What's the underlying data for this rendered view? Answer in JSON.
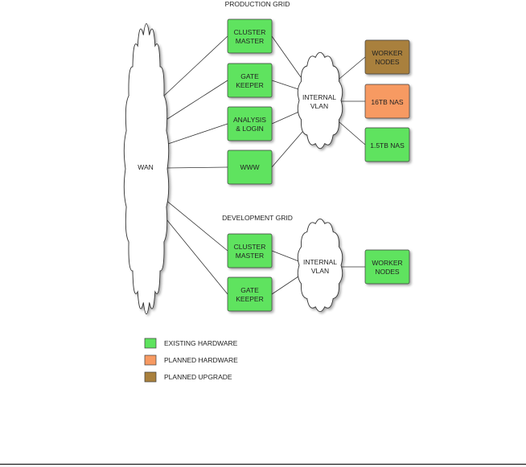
{
  "colors": {
    "existing": "#5ee35e",
    "planned_hardware": "#f79a62",
    "planned_upgrade": "#a9803d",
    "line": "#333333"
  },
  "titles": {
    "production": "PRODUCTION GRID",
    "development": "DEVELOPMENT GRID"
  },
  "wan": {
    "label": "WAN"
  },
  "production": {
    "cloud": [
      "INTERNAL",
      "VLAN"
    ],
    "boxes": [
      {
        "id": "cluster-master",
        "lines": [
          "CLUSTER",
          "MASTER"
        ],
        "status": "existing"
      },
      {
        "id": "gate-keeper",
        "lines": [
          "GATE",
          "KEEPER"
        ],
        "status": "existing"
      },
      {
        "id": "analysis-login",
        "lines": [
          "ANALYSIS",
          "& LOGIN"
        ],
        "status": "existing"
      },
      {
        "id": "www",
        "lines": [
          "WWW"
        ],
        "status": "existing"
      }
    ],
    "storage": [
      {
        "id": "worker-nodes",
        "lines": [
          "WORKER",
          "NODES"
        ],
        "status": "planned_upgrade"
      },
      {
        "id": "nas-16tb",
        "lines": [
          "16TB NAS"
        ],
        "status": "planned_hardware"
      },
      {
        "id": "nas-1-5tb",
        "lines": [
          "1.5TB NAS"
        ],
        "status": "existing"
      }
    ]
  },
  "development": {
    "cloud": [
      "INTERNAL",
      "VLAN"
    ],
    "boxes": [
      {
        "id": "dev-cluster-master",
        "lines": [
          "CLUSTER",
          "MASTER"
        ],
        "status": "existing"
      },
      {
        "id": "dev-gate-keeper",
        "lines": [
          "GATE",
          "KEEPER"
        ],
        "status": "existing"
      }
    ],
    "storage": [
      {
        "id": "dev-worker-nodes",
        "lines": [
          "WORKER",
          "NODES"
        ],
        "status": "existing"
      }
    ]
  },
  "legend": [
    {
      "label": "EXISTING HARDWARE",
      "status": "existing"
    },
    {
      "label": "PLANNED HARDWARE",
      "status": "planned_hardware"
    },
    {
      "label": "PLANNED UPGRADE",
      "status": "planned_upgrade"
    }
  ]
}
